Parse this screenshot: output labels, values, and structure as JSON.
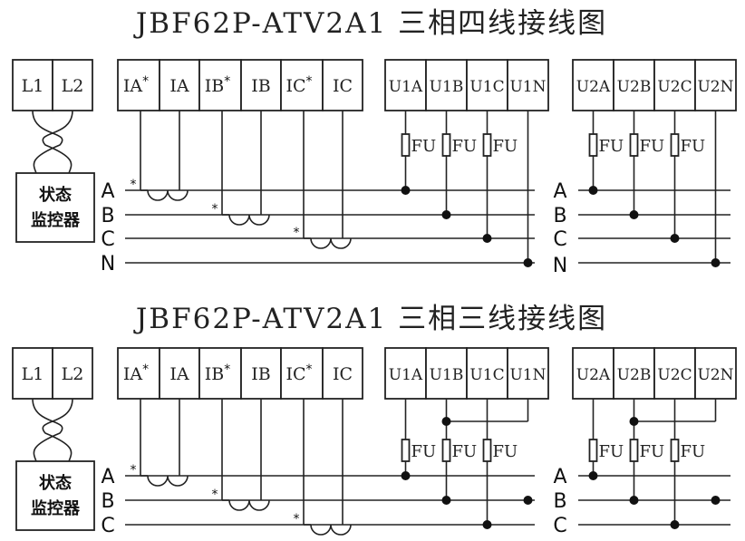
{
  "titles": {
    "four_wire": "JBF62P-ATV2A1 三相四线接线图",
    "three_wire": "JBF62P-ATV2A1 三相三线接线图"
  },
  "aux_terminals": [
    "L1",
    "L2"
  ],
  "current_terminals": [
    "IA*",
    "IA",
    "IB*",
    "IB",
    "IC*",
    "IC"
  ],
  "voltage1_terminals": [
    "U1A",
    "U1B",
    "U1C",
    "U1N"
  ],
  "voltage2_terminals": [
    "U2A",
    "U2B",
    "U2C",
    "U2N"
  ],
  "status_monitor": [
    "状态",
    "监控器"
  ],
  "phases_four_wire": [
    "A",
    "B",
    "C",
    "N"
  ],
  "phases_three_wire": [
    "A",
    "B",
    "C"
  ],
  "fuse_label": "FU"
}
